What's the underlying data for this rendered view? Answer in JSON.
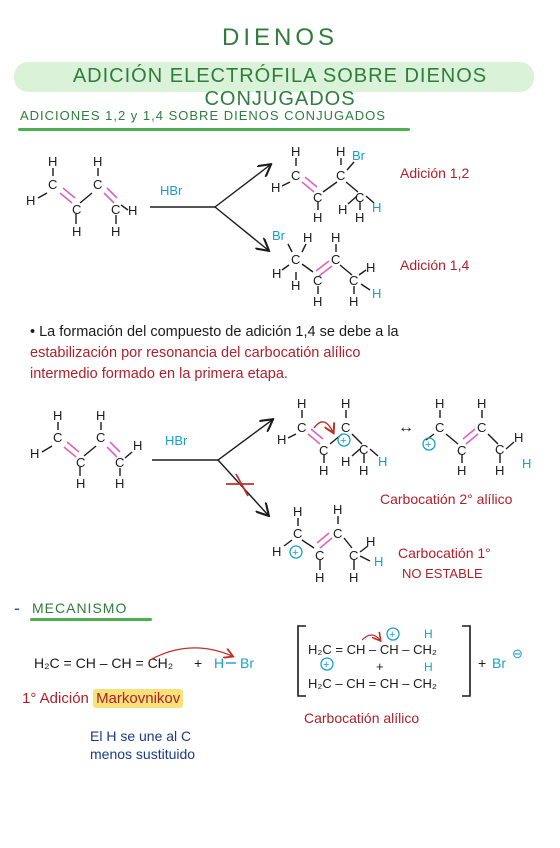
{
  "title": "DIENOS",
  "subtitle": "ADICIÓN ELECTRÓFILA SOBRE DIENOS CONJUGADOS",
  "section1": {
    "heading": "ADICIONES 1,2 y 1,4 SOBRE DIENOS CONJUGADOS",
    "reagent": "HBr",
    "product_12_label": "Adición 1,2",
    "product_14_label": "Adición 1,4"
  },
  "note": {
    "bullet": "•",
    "line1": "La formación del compuesto de adición 1,4 se debe a la",
    "line2": "estabilización por resonancia del carbocatión alílico",
    "line3": "intermedio formado en la primera etapa."
  },
  "section2": {
    "reagent": "HBr",
    "carbocation_2_label": "Carbocatión 2° alílico",
    "carbocation_1_label_a": "Carbocatión 1°",
    "carbocation_1_label_b": "NO ESTABLE",
    "resonance_symbol": "↔"
  },
  "mechanism": {
    "dash": "-",
    "heading": "MECANISMO",
    "diene": "H₂C = CH – CH = CH₂",
    "plus": "+",
    "hbr_h": "H",
    "hbr_br": "Br",
    "res_top": "H₂C = CH – CH – CH₂",
    "res_bottom": "H₂C – CH = CH – CH₂",
    "res_plus": "+",
    "res_h_top": "H",
    "res_h_bottom": "H",
    "bromide": "Br",
    "bromide_charge": "⊖",
    "step_prefix": "1° Adición",
    "step_name": "Markovnikov",
    "rule_line1": "El H se une al C",
    "rule_line2": "menos sustituido",
    "allylic_label": "Carbocatión alílico"
  },
  "atoms": {
    "C": "C",
    "H": "H",
    "Br": "Br",
    "plus": "+"
  },
  "colors": {
    "title_green": "#2e7d3c",
    "banner": "#d9f2d8",
    "red": "#b0202a",
    "cyan": "#1aa0c8",
    "pink": "#e060c0",
    "blue": "#1a3a8a"
  }
}
